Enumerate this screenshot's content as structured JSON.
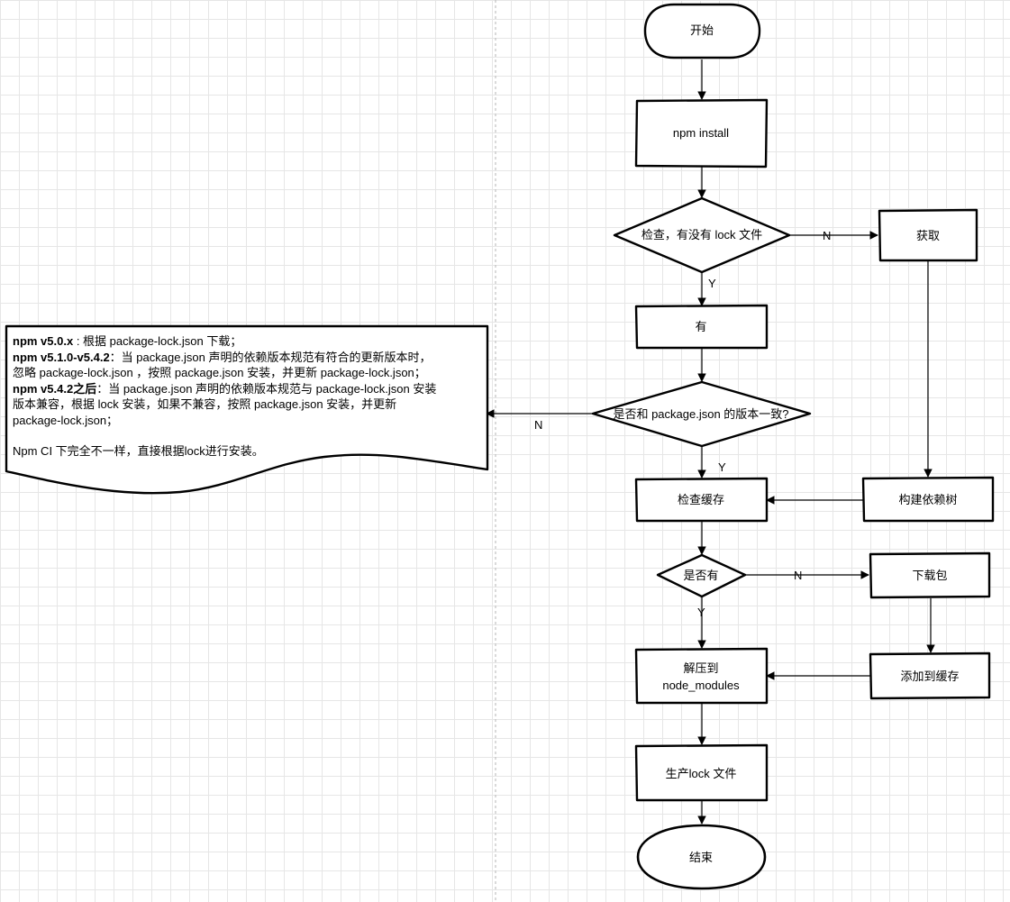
{
  "nodes": {
    "start": "开始",
    "npm_install": "npm install",
    "check_lock": "检查，有没有 lock 文件",
    "fetch": "获取",
    "has": "有",
    "version_match": "是否和 package.json 的版本一致?",
    "check_cache": "检查缓存",
    "build_tree": "构建依赖树",
    "cache_exists": "是否有",
    "download": "下载包",
    "unpack_line1": "解压到",
    "unpack_line2": "node_modules",
    "add_cache": "添加到缓存",
    "gen_lock": "生产lock 文件",
    "end": "结束"
  },
  "edges": {
    "lock_no": "N",
    "lock_yes": "Y",
    "version_no": "N",
    "version_yes": "Y",
    "cache_no": "N",
    "cache_yes": "Y"
  },
  "note": {
    "l1_bold": "npm v5.0.x",
    "l1_text": " : 根据 package-lock.json 下载；",
    "l2_bold": "npm v5.1.0-v5.4.2",
    "l2_text": "：当 package.json 声明的依赖版本规范有符合的更新版本时，",
    "l3_text": "忽略 package-lock.json ，按照 package.json 安装，并更新 package-lock.json；",
    "l4_bold": "npm v5.4.2之后",
    "l4_text": "：当 package.json 声明的依赖版本规范与 package-lock.json 安装",
    "l5_text": "版本兼容，根据 lock 安装，如果不兼容，按照 package.json 安装，并更新",
    "l6_text": "package-lock.json；",
    "l7_text": "Npm CI 下完全不一样，直接根据lock进行安装。"
  }
}
